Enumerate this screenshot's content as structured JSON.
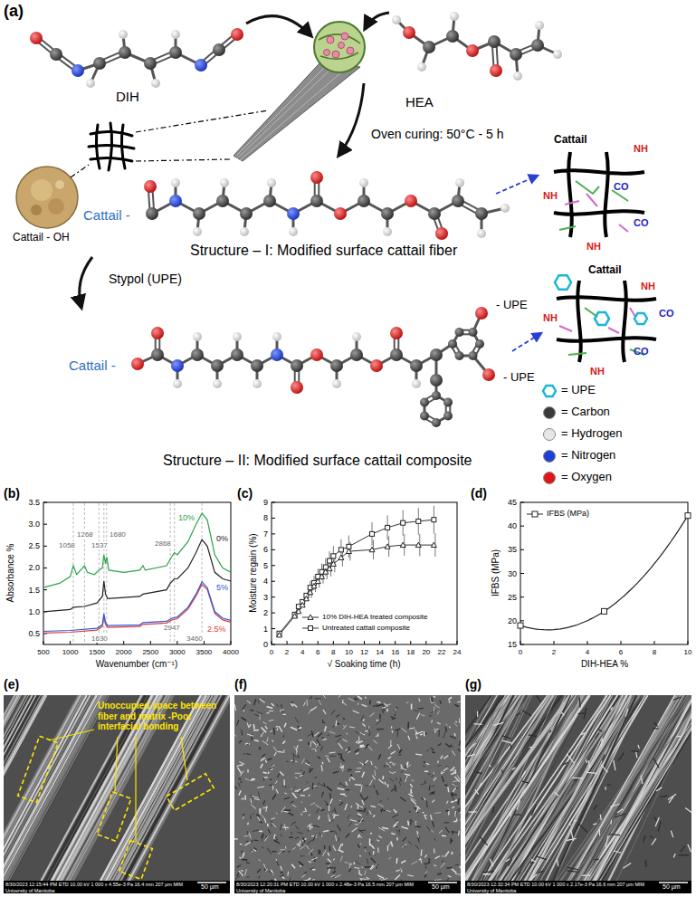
{
  "diagram": {
    "labels": [
      "(a)",
      "DIH",
      "HEA",
      "Oven curing: 50°C - 5 h",
      "Cattail - OH",
      "Cattail",
      "NH",
      "CO",
      "NH",
      "CO",
      "NH",
      "Cattail -",
      "Structure – I: Modified surface cattail fiber",
      "Stypol (UPE)",
      "Cattail",
      "NH",
      "CO",
      "NH",
      "CO",
      "NH",
      "Cattail -",
      "- UPE",
      "- UPE",
      "Structure – II: Modified surface cattail composite",
      "(b)",
      "0.5",
      "1.0",
      "1.5",
      "2.0",
      "2.5",
      "3.0",
      "3.5",
      "500",
      "1000",
      "1500",
      "2000",
      "2500",
      "3000",
      "3500",
      "4000",
      "Absorbance %",
      "Wavenumber (cm⁻¹)",
      "1058",
      "1268",
      "1537",
      "1630",
      "1680",
      "2868",
      "2947",
      "3460",
      "10%",
      "0%",
      "5%",
      "2.5%",
      "(c)",
      "0",
      "1",
      "2",
      "3",
      "4",
      "5",
      "6",
      "7",
      "8",
      "9",
      "0",
      "2",
      "4",
      "6",
      "8",
      "10",
      "12",
      "14",
      "16",
      "18",
      "20",
      "22",
      "24",
      "Moisture regain (%)",
      "√ Soaking time (h)",
      "(d)",
      "15",
      "20",
      "25",
      "30",
      "35",
      "40",
      "45",
      "0",
      "2",
      "4",
      "6",
      "8",
      "10",
      "IFBS (MPa)",
      "DIH-HEA %",
      "(e)",
      "Unoccupied space between fiber and matrix -Poor interfacial bonding",
      "8/30/2023 12:15:44 PM ETD 10.00 kV 1 000 x 4.55e-3 Pa 16.4 mm 207 µm MIM University of Manitoba",
      "50 µm",
      "(f)",
      "8/30/2023 12:20:31 PM ETD 10.00 kV 1 000 x 2.48e-3 Pa 16.5 mm 207 µm MIM University of Manitoba",
      "50 µm",
      "(g)",
      "8/30/2023 12:32:34 PM ETD 10.00 kV 1 000 x 2.17e-3 Pa 16.6 mm 207 µm MIM University of Manitoba",
      "50 µm"
    ],
    "legend": [
      {
        "text": "= UPE"
      },
      {
        "text": "= Carbon",
        "color": "#3a3a3a"
      },
      {
        "text": "= Hydrogen",
        "color": "#e6e6e6"
      },
      {
        "text": "= Nitrogen",
        "color": "#1d3fd6"
      },
      {
        "text": "= Oxygen",
        "color": "#e01515"
      },
      {
        "text": "10% DIH-HEA treated composite"
      },
      {
        "text": "Untreated cattail composite"
      },
      {
        "text": "IFBS (MPa)"
      }
    ]
  }
}
